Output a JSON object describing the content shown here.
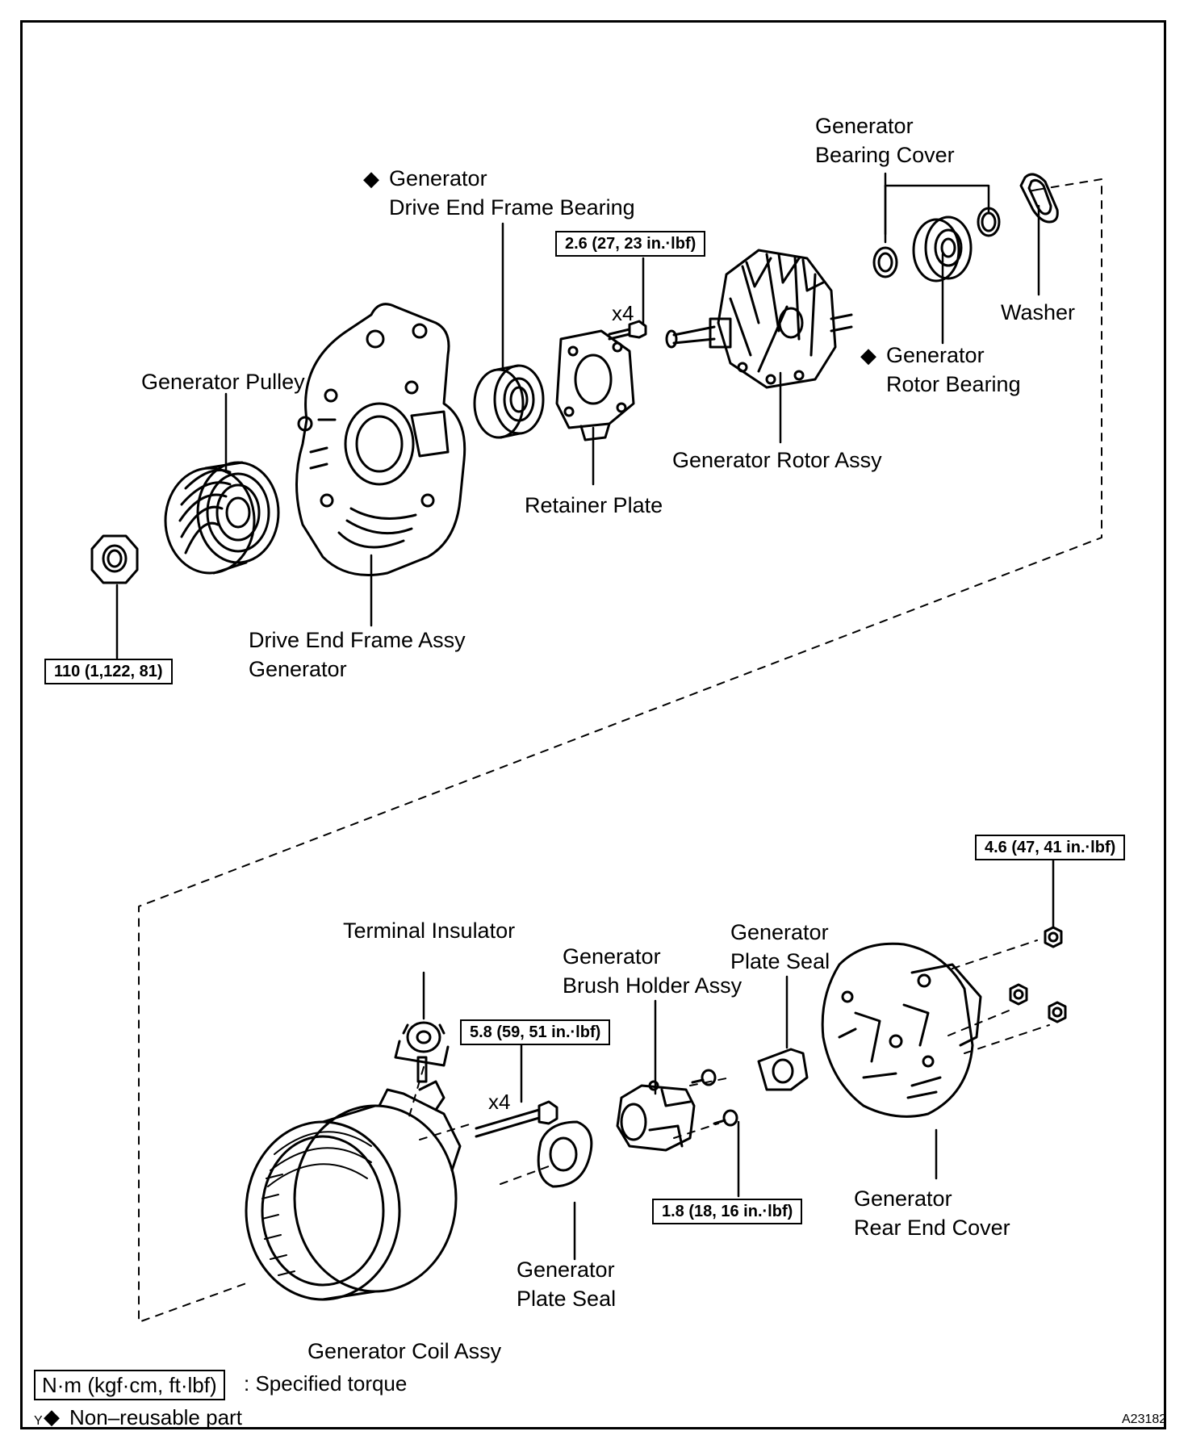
{
  "labels": {
    "bearing_cover": [
      "Generator",
      "Bearing Cover"
    ],
    "drive_end_bearing": [
      "Generator",
      "Drive End Frame Bearing"
    ],
    "washer": "Washer",
    "rotor_bearing": [
      "Generator",
      "Rotor Bearing"
    ],
    "pulley": "Generator Pulley",
    "rotor_assy": "Generator Rotor Assy",
    "retainer_plate": "Retainer Plate",
    "drive_end_frame": [
      "Drive End Frame Assy",
      "Generator"
    ],
    "terminal_insulator": "Terminal Insulator",
    "brush_holder": [
      "Generator",
      "Brush Holder Assy"
    ],
    "plate_seal_upper": [
      "Generator",
      "Plate Seal"
    ],
    "plate_seal_lower": [
      "Generator",
      "Plate Seal"
    ],
    "rear_end_cover": [
      "Generator",
      "Rear End Cover"
    ],
    "coil_assy": "Generator Coil Assy"
  },
  "torques": {
    "retainer_bolts": "2.6 (27, 23 in.·lbf)",
    "pulley_nut": "110 (1,122, 81)",
    "rear_cover_nut": "4.6 (47, 41 in.·lbf)",
    "through_bolts": "5.8 (59, 51 in.·lbf)",
    "brush_holder_screw": "1.8 (18, 16 in.·lbf)"
  },
  "quantities": {
    "retainer_bolts": "x4",
    "through_bolts": "x4"
  },
  "markers": {
    "non_reusable": "◆"
  },
  "legend": {
    "torque_unit": "N·m (kgf·cm, ft·lbf)",
    "torque_desc": ": Specified torque",
    "prefix": "Y",
    "non_reusable": "Non–reusable part"
  },
  "figure_id": "A23182"
}
